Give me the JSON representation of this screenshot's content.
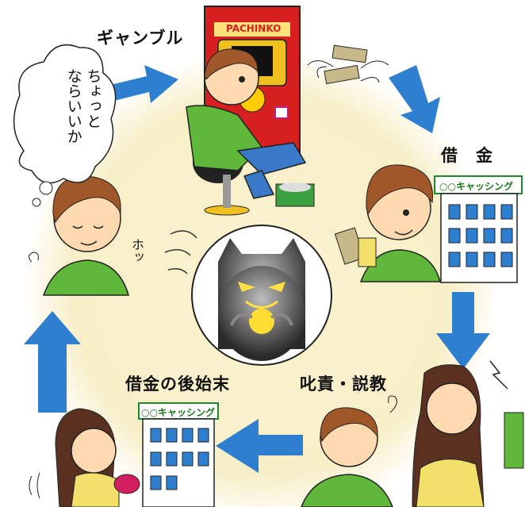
{
  "stages": {
    "gamble": {
      "label": "ギャンブル",
      "machine_text": "PACHINKO"
    },
    "borrow": {
      "label": "借　金",
      "sign_text": "○○キャッシング"
    },
    "scold": {
      "label": "叱責・説教"
    },
    "cleanup": {
      "label": "借金の後始末",
      "sign_text": "○○キャッシング"
    },
    "relief": {
      "thought_line1": "ちょっと",
      "thought_line2": "ならいいか",
      "sound": "ホッ"
    }
  },
  "colors": {
    "background_glow": "#f7efc8",
    "arrow": "#2f7fd0",
    "shirt_green": "#5fb83a",
    "sign_green": "#1a8a2a"
  }
}
